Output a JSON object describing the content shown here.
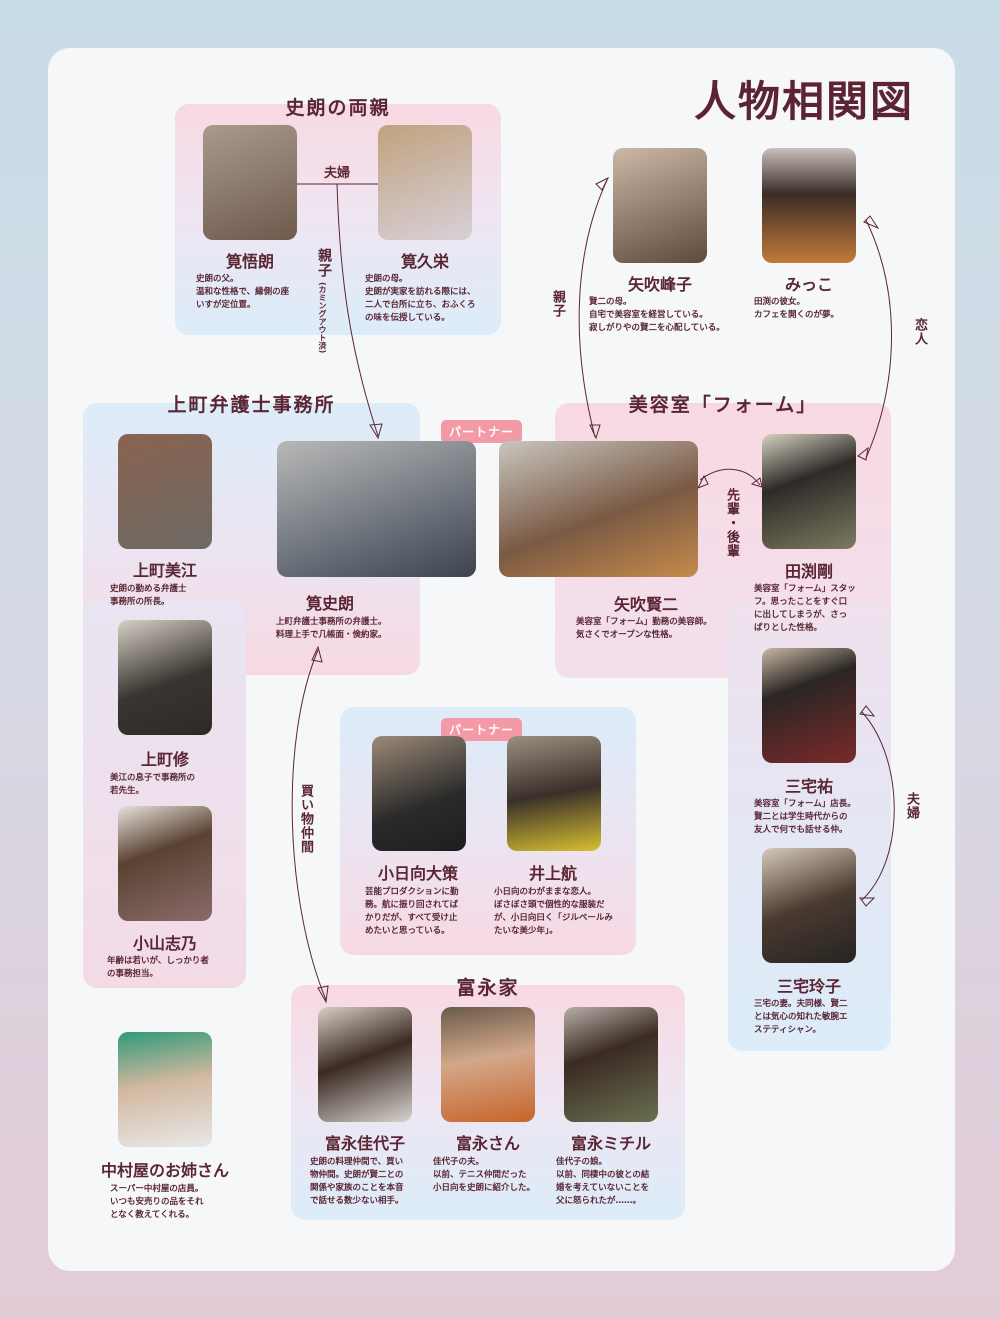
{
  "title": "人物相関図",
  "groups": {
    "parents": "史朗の両親",
    "law_firm": "上町弁護士事務所",
    "salon": "美容室「フォーム」",
    "tominaga": "富永家"
  },
  "relations": {
    "parents_couple": "夫婦",
    "parent_child_shiro": "親子",
    "parent_child_shiro_note": "(カミングアウト済)",
    "parent_child_kenji": "親子",
    "lovers": "恋人",
    "senpai_kohai": "先輩・後輩",
    "miyake_couple": "夫婦",
    "shopping": "買い物仲間",
    "partner_main": "パートナー",
    "partner_sub": "パートナー"
  },
  "characters": {
    "goro": {
      "name": "筧悟朗",
      "desc": "史朗の父。\n温和な性格で、縁側の座\nいすが定位置。",
      "photo_color": "#8a7a6a"
    },
    "hisae": {
      "name": "筧久栄",
      "desc": "史朗の母。\n史朗が実家を訪れる際には、\n二人で台所に立ち、おふくろ\nの味を伝授している。",
      "photo_color": "#9b8d84"
    },
    "mineko": {
      "name": "矢吹峰子",
      "desc": "賢二の母。\n自宅で美容室を経営している。\n寂しがりやの賢二を心配している。",
      "photo_color": "#8e7766"
    },
    "mikko": {
      "name": "みっこ",
      "desc": "田渕の彼女。\nカフェを開くのが夢。",
      "photo_color": "#b8763a"
    },
    "mie": {
      "name": "上町美江",
      "desc": "史朗の勤める弁護士\n事務所の所長。",
      "photo_color": "#6f6760"
    },
    "shiro": {
      "name": "筧史朗",
      "desc": "上町弁護士事務所の弁護士。\n料理上手で几帳面・倹約家。",
      "photo_color": "#6b6f75"
    },
    "kenji": {
      "name": "矢吹賢二",
      "desc": "美容室「フォーム」勤務の美容師。\n気さくでオープンな性格。",
      "photo_color": "#8a7562"
    },
    "tabuchi": {
      "name": "田渕剛",
      "desc": "美容室「フォーム」スタッ\nフ。思ったことをすぐ口\nに出してしまうが、さっ\nぱりとした性格。",
      "photo_color": "#7d7a6a"
    },
    "osamu": {
      "name": "上町修",
      "desc": "美江の息子で事務所の\n若先生。",
      "photo_color": "#5c5650"
    },
    "shino": {
      "name": "小山志乃",
      "desc": "年齢は若いが、しっかり者\nの事務担当。",
      "photo_color": "#a39a92"
    },
    "miyake": {
      "name": "三宅祐",
      "desc": "美容室「フォーム」店長。\n賢二とは学生時代からの\n友人で何でも話せる仲。",
      "photo_color": "#5a4a44"
    },
    "reiko": {
      "name": "三宅玲子",
      "desc": "三宅の妻。夫同様、賢二\nとは気心の知れた敏腕エ\nステティシャン。",
      "photo_color": "#7b6a60"
    },
    "kohinata": {
      "name": "小日向大策",
      "desc": "芸能プロダクションに勤\n務。航に振り回されてば\nかりだが、すべて受け止\nめたいと思っている。",
      "photo_color": "#4a4a4a"
    },
    "wataru": {
      "name": "井上航",
      "desc": "小日向のわがままな恋人。\nぼさぼさ頭で個性的な服装だ\nが、小日向曰く「ジルベールみ\nたいな美少年」。",
      "photo_color": "#6a6450"
    },
    "kayoko": {
      "name": "富永佳代子",
      "desc": "史朗の料理仲間で、買い\n物仲間。史朗が賢二との\n関係や家族のことを本音\nで話せる数少ない相手。",
      "photo_color": "#a59a90"
    },
    "tominaga": {
      "name": "富永さん",
      "desc": "佳代子の夫。\n以前、テニス仲間だった\n小日向を史朗に紹介した。",
      "photo_color": "#b06a3a"
    },
    "michiru": {
      "name": "富永ミチル",
      "desc": "佳代子の娘。\n以前、同棲中の彼との結\n婚を考えていないことを\n父に怒られたが……。",
      "photo_color": "#7a7a5a"
    },
    "nakamura": {
      "name": "中村屋のお姉さん",
      "desc": "スーパー中村屋の店員。\nいつも安売りの品をそれ\nとなく教えてくれる。",
      "photo_color": "#6f8a70"
    }
  },
  "colors": {
    "text": "#5a2634",
    "badge": "#f39aa6",
    "panel_pink": "#f8d9e3",
    "panel_blue": "#dcecf9",
    "sheet": "#f6f7f9"
  }
}
